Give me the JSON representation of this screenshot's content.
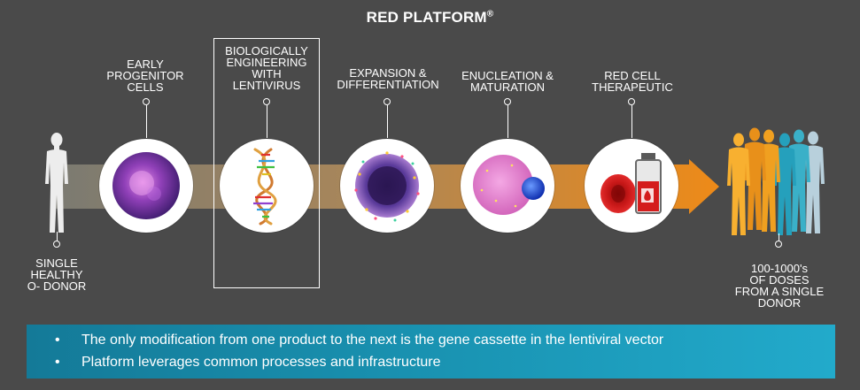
{
  "title": "RED PLATFORM",
  "title_mark": "®",
  "donor_label": "SINGLE\nHEALTHY\nO- DONOR",
  "steps": [
    {
      "label": "EARLY\nPROGENITOR\nCELLS",
      "icon": "progenitor-cell-icon"
    },
    {
      "label": "BIOLOGICALLY\nENGINEERING\nWITH\nLENTIVIRUS",
      "icon": "dna-helix-icon"
    },
    {
      "label": "EXPANSION &\nDIFFERENTIATION",
      "icon": "expanding-cell-icon"
    },
    {
      "label": "ENUCLEATION &\nMATURATION",
      "icon": "enucleating-cell-icon"
    },
    {
      "label": "RED CELL\nTHERAPEUTIC",
      "icon": "red-cell-vial-icon"
    }
  ],
  "output_label": "100-1000's\nOF DOSES\nFROM A SINGLE\nDONOR",
  "bullets": [
    "The only modification from one product to the next is the gene cassette in the lentiviral vector",
    "Platform leverages common processes and infrastructure"
  ],
  "bullet_symbol": "•",
  "colors": {
    "background": "#4a4a4a",
    "arrow_start": "#7a7a72",
    "arrow_end": "#e88a1e",
    "banner": "#1a95b4",
    "cell_purple": "#5a2a8a",
    "cell_pink": "#e070c0",
    "nucleus_blue": "#1e4fd0",
    "rbc_red": "#d42020"
  }
}
